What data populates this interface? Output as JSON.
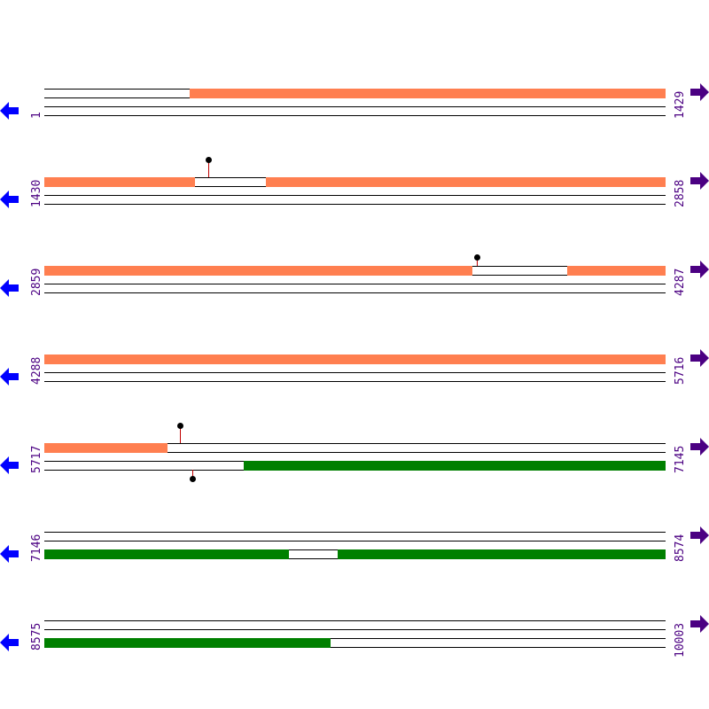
{
  "colors": {
    "orf_forward": "#ff7f50",
    "orf_reverse": "#008000",
    "label": "#4b0082",
    "left_arrow": "#0000ff",
    "right_arrow": "#4b0082",
    "marker_stem": "#c00000"
  },
  "icons": {
    "left": "arrow-left-icon",
    "right": "arrow-right-icon",
    "marker": "lollipop-marker-icon"
  },
  "rows": [
    {
      "start": "1",
      "end": "1429"
    },
    {
      "start": "1430",
      "end": "2858"
    },
    {
      "start": "2859",
      "end": "4287"
    },
    {
      "start": "4288",
      "end": "5716"
    },
    {
      "start": "5717",
      "end": "7145"
    },
    {
      "start": "7146",
      "end": "8574"
    },
    {
      "start": "8575",
      "end": "10003"
    }
  ]
}
